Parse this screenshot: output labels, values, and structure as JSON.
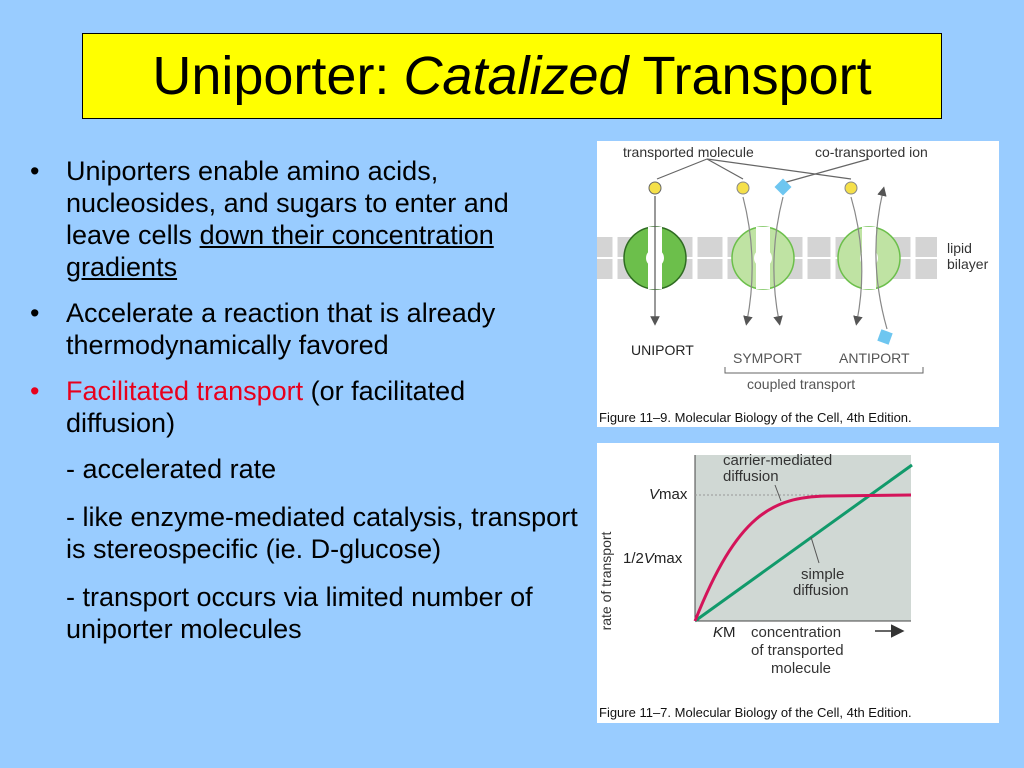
{
  "title": {
    "part1": "Uniporter:",
    "part2": "Catalized",
    "part3": "Transport"
  },
  "bullets": {
    "b1_text": "Uniporters enable amino acids, nucleosides, and sugars to enter and leave cells ",
    "b1_underline": "down their concentration gradients",
    "b2_text": "Accelerate a reaction that is already thermodynamically favored",
    "b3_red": "Facilitated transport",
    "b3_rest": " (or facilitated diffusion)",
    "sub1": "- accelerated rate",
    "sub2": "- like enzyme-mediated catalysis, transport is stereospecific (ie. D-glucose)",
    "sub3": "- transport occurs via limited number of uniporter molecules"
  },
  "fig1": {
    "label_transported": "transported molecule",
    "label_cotransported": "co-transported ion",
    "label_lipid": "lipid",
    "label_bilayer": "bilayer",
    "label_uniport": "UNIPORT",
    "label_symport": "SYMPORT",
    "label_antiport": "ANTIPORT",
    "label_coupled": "coupled transport",
    "caption": "Figure 11–9. Molecular Biology of the Cell, 4th Edition."
  },
  "fig2": {
    "ylabel": "rate of transport",
    "vmax_v": "V",
    "vmax_sub": "max",
    "half_prefix": "1/2",
    "half_v": "V",
    "half_sub": "max",
    "km_k": "K",
    "km_sub": "M",
    "carrier_l1": "carrier-mediated",
    "carrier_l2": "diffusion",
    "simple_l1": "simple",
    "simple_l2": "diffusion",
    "xlabel_l1": "concentration",
    "xlabel_l2": "of transported",
    "xlabel_l3": "molecule",
    "caption": "Figure 11–7. Molecular Biology of the Cell, 4th Edition."
  },
  "colors": {
    "background": "#99ccff",
    "title_bg": "#ffff00",
    "highlight_red": "#e8001c",
    "carrier_curve": "#d4145a",
    "simple_line": "#119a6b",
    "protein_green": "#6cbf4b",
    "protein_light": "#bfe3a3"
  }
}
